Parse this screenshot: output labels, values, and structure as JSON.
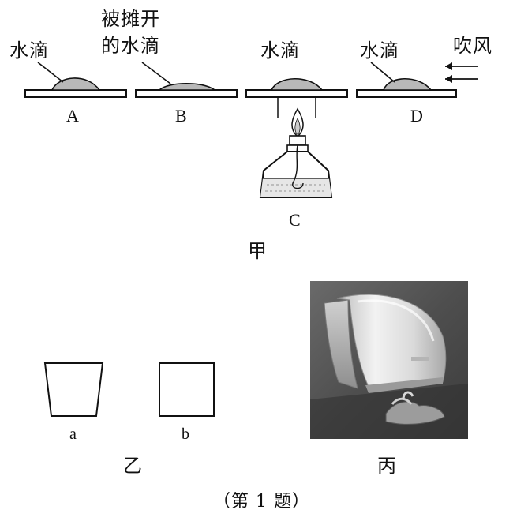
{
  "figure_jia": {
    "label": "甲",
    "panels": [
      {
        "id": "A",
        "letter": "A",
        "drop_label": [
          "水滴"
        ]
      },
      {
        "id": "B",
        "letter": "B",
        "drop_label": [
          "被摊开",
          "的水滴"
        ]
      },
      {
        "id": "C",
        "letter": "C",
        "drop_label": [
          "水滴"
        ]
      },
      {
        "id": "D",
        "letter": "D",
        "drop_label": [
          "水滴"
        ],
        "wind_label": "吹风"
      }
    ]
  },
  "figure_yi": {
    "label": "乙",
    "containers": [
      {
        "id": "a",
        "letter": "a"
      },
      {
        "id": "b",
        "letter": "b"
      }
    ]
  },
  "figure_bing": {
    "label": "丙"
  },
  "caption": "（第 1 题）",
  "colors": {
    "ink": "#111111",
    "drop_fill": "#b8b8b8",
    "photo_bg": "#5a5a5a",
    "photo_dryer": "#e2e2e2"
  }
}
